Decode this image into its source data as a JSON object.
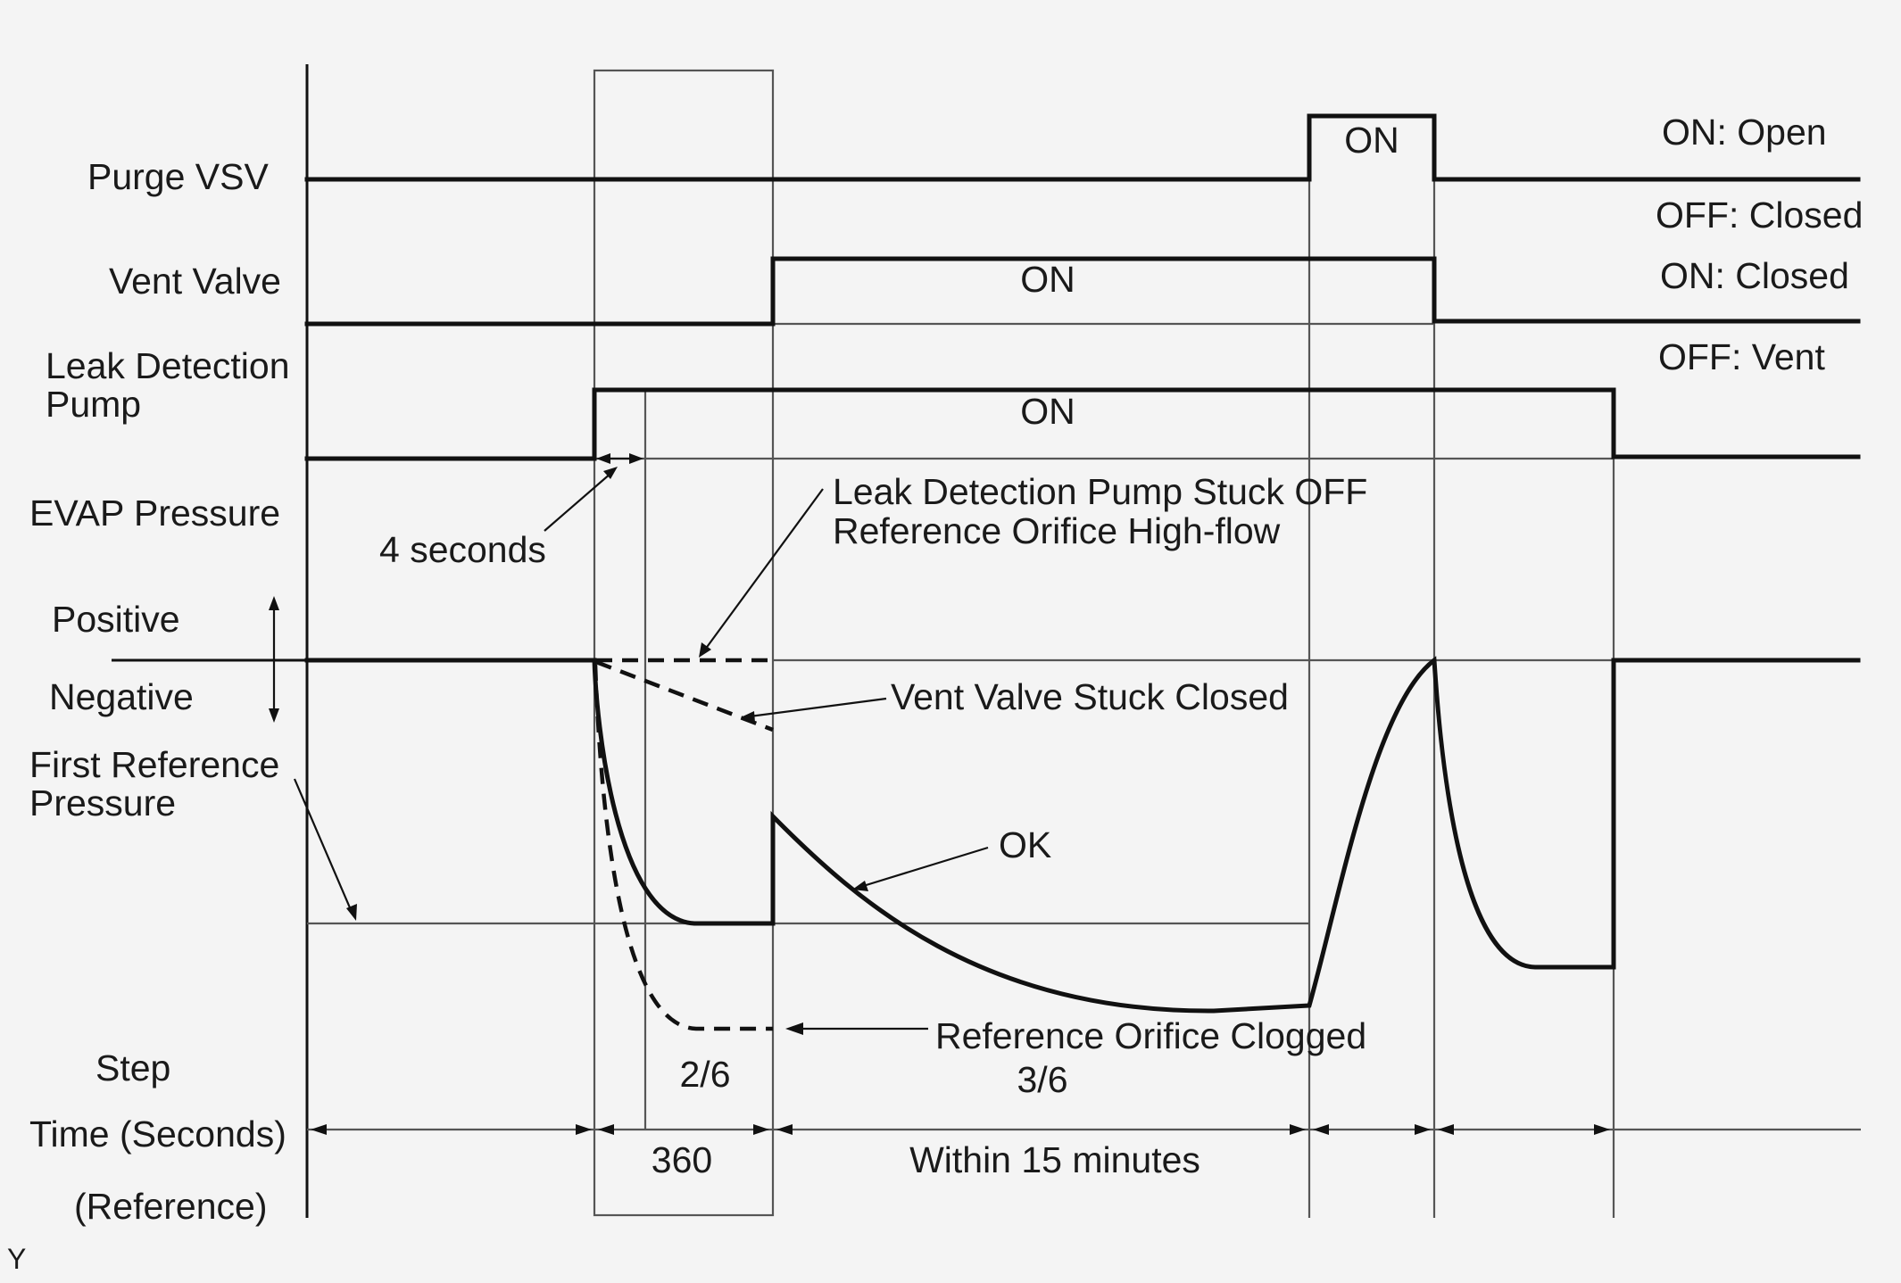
{
  "rows": {
    "purge_vsv": "Purge VSV",
    "vent_valve": "Vent Valve",
    "leak_pump_1": "Leak Detection",
    "leak_pump_2": "Pump",
    "evap_pressure": "EVAP Pressure",
    "positive": "Positive",
    "negative": "Negative",
    "first_ref_1": "First Reference",
    "first_ref_2": "Pressure",
    "step": "Step",
    "time": "Time (Seconds)",
    "reference": "(Reference)"
  },
  "states": {
    "purge_on": "ON",
    "purge_on_meaning": "ON: Open",
    "purge_off_meaning": "OFF: Closed",
    "vent_on": "ON",
    "vent_on_meaning": "ON: Closed",
    "vent_off_meaning": "OFF: Vent",
    "pump_on": "ON"
  },
  "annotations": {
    "four_seconds": "4 seconds",
    "stuck_off_1": "Leak Detection Pump Stuck OFF",
    "stuck_off_2": "Reference Orifice High-flow",
    "vent_stuck": "Vent Valve Stuck Closed",
    "ok": "OK",
    "orifice_clogged": "Reference Orifice Clogged"
  },
  "steps": {
    "step_2": "2/6",
    "step_3": "3/6"
  },
  "times": {
    "t_360": "360",
    "t_15min": "Within 15 minutes"
  },
  "corner_mark": "Y"
}
